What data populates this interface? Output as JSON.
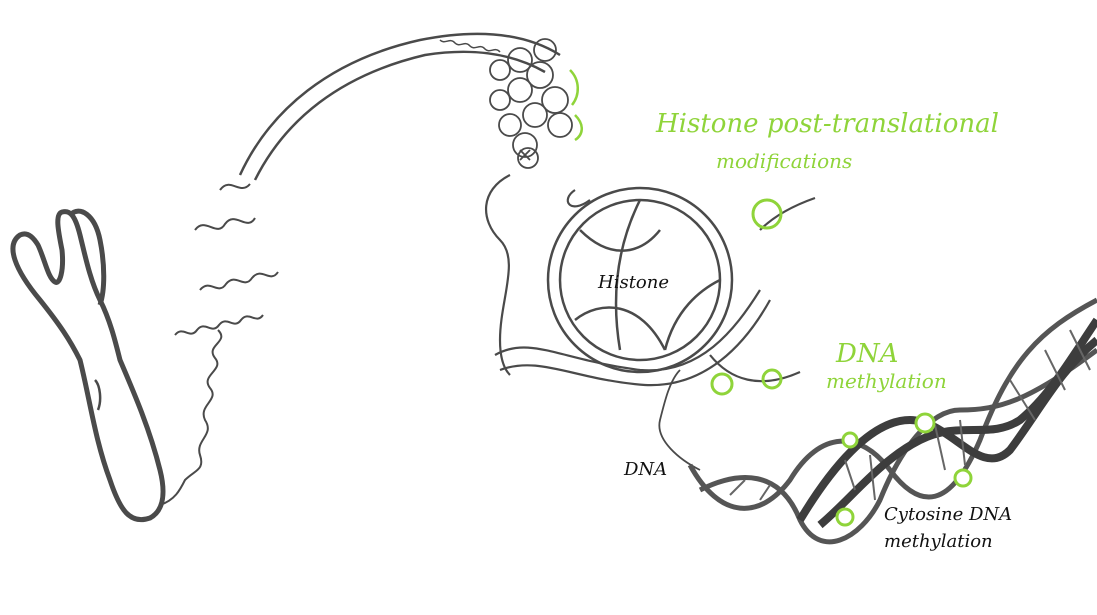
{
  "labels": {
    "histone_ptm_line1": "Histone post-translational",
    "histone_ptm_line2": "modifications",
    "histone": "Histone",
    "dna_methylation_line1": "DNA",
    "dna_methylation_line2": "methylation",
    "dna": "DNA",
    "cytosine_line1": "Cytosine DNA",
    "cytosine_line2": "methylation"
  },
  "colors": {
    "sketch": "#444444",
    "highlight": "#8fd43a",
    "dark_strand": "#3d3d3d",
    "background": "#ffffff"
  }
}
